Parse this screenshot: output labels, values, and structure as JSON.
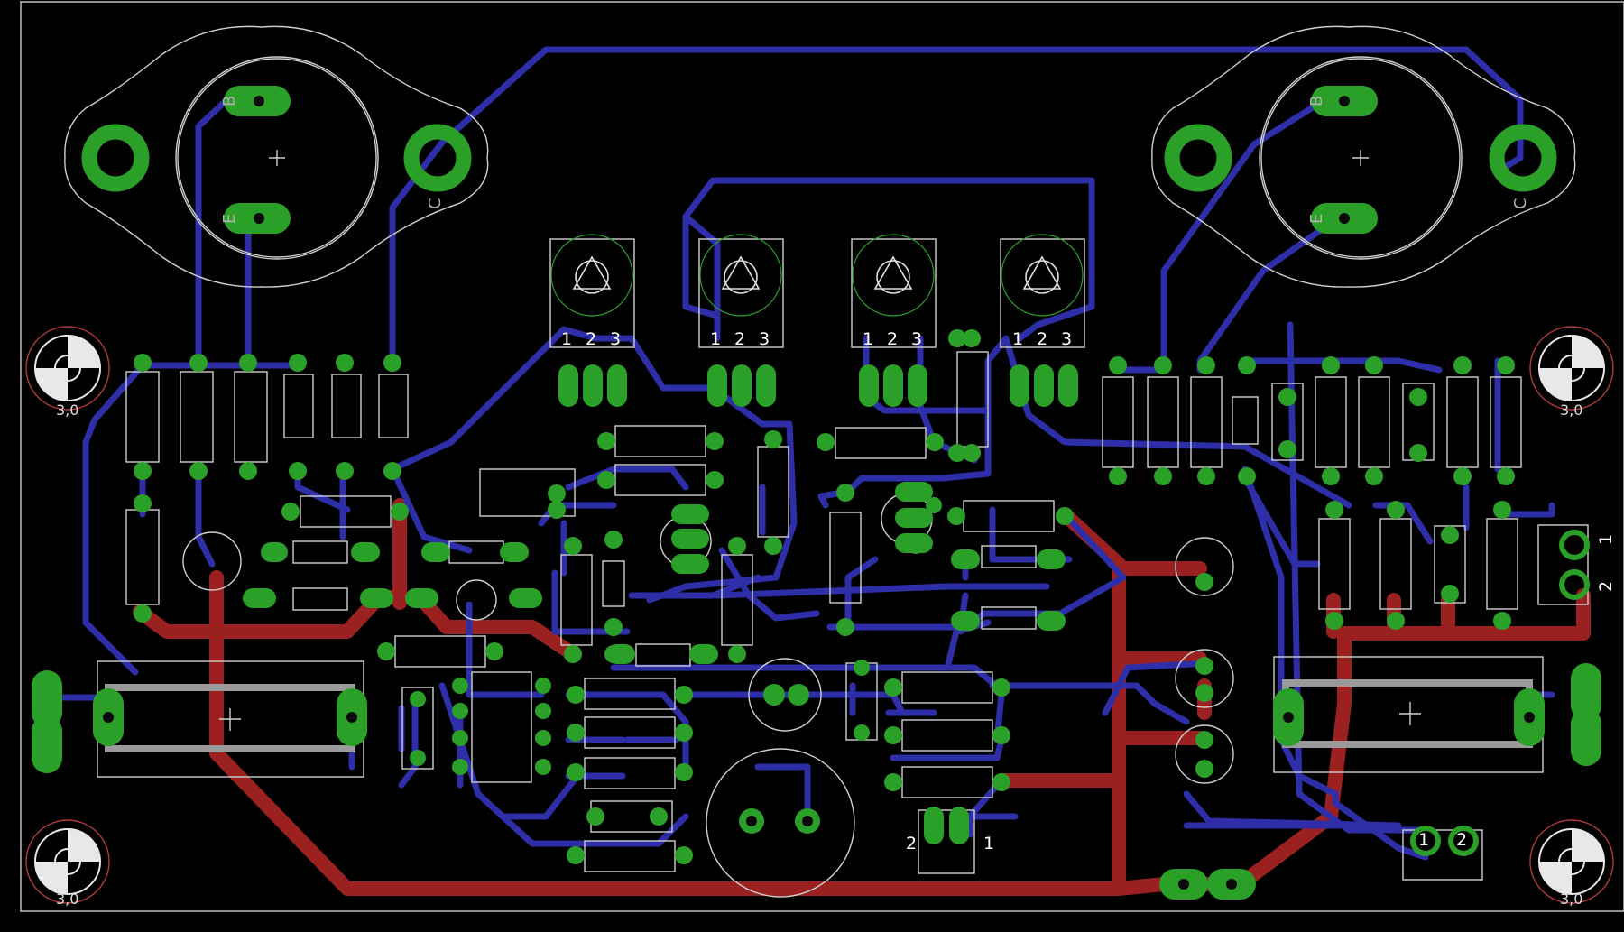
{
  "layer_colors": {
    "background": "#000000",
    "top_copper": "#2e2ea8",
    "bottom_copper": "#9b2121",
    "pad": "#2aa028",
    "silkscreen": "#d0d0d0",
    "dimension": "#bfbfbf",
    "drill": "#1a1a1a"
  },
  "labels": {
    "pin_b": "B",
    "pin_e": "E",
    "pin_c": "C",
    "pin_1": "1",
    "pin_2": "2",
    "pin_3": "3",
    "hole_size": "3,0"
  },
  "components": {
    "power_transistors": 2,
    "trimmer_potentiometers": 4,
    "fuse_holders": 2,
    "terminal_blocks": 2,
    "mounting_holes": 4
  }
}
